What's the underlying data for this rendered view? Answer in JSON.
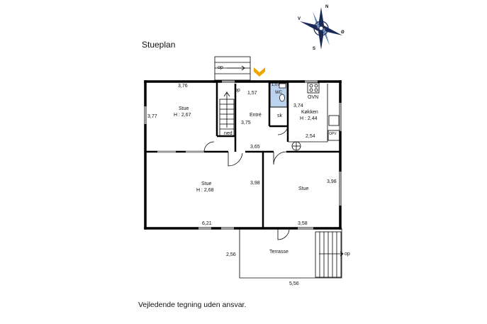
{
  "title": "Stueplan",
  "disclaimer": "Vejledende tegning uden ansvar.",
  "compass": {
    "north": "N",
    "south": "S",
    "east": "Ø",
    "west": "V"
  },
  "rooms": {
    "stue_left": {
      "name": "Stue",
      "height": "H : 2,67",
      "dim_top": "3,76",
      "dim_side": "3,77"
    },
    "entre": {
      "name": "Entré",
      "dim_top": "1,57",
      "dim_side": "3,75",
      "stairs_up": "op",
      "stairs_down": "ned"
    },
    "wc": {
      "name": "WC",
      "dim": "1,07"
    },
    "skab": {
      "name": "sk"
    },
    "kokken": {
      "name": "Køkken",
      "height": "H : 2,44",
      "dim_side": "3,74",
      "dim_bottom": "2,54",
      "oven": "OVN",
      "dishwasher": "OPV"
    },
    "hall_dim": "3,65",
    "stue_mid": {
      "name": "Stue",
      "height": "H : 2,68",
      "dim_side": "3,98",
      "dim_bottom": "6,21"
    },
    "stue_right": {
      "name": "Stue",
      "dim_side": "3,98",
      "dim_bottom": "3,58"
    },
    "terrasse": {
      "name": "Terrasse",
      "dim_side": "2,56",
      "dim_bottom": "5,56",
      "steps_up": "op"
    },
    "entry_steps": "op"
  },
  "colors": {
    "wall": "#000000",
    "wc_fill": "#bcd3ef",
    "entry_arrow": "#f0a500",
    "window": "#9a9a9a"
  }
}
